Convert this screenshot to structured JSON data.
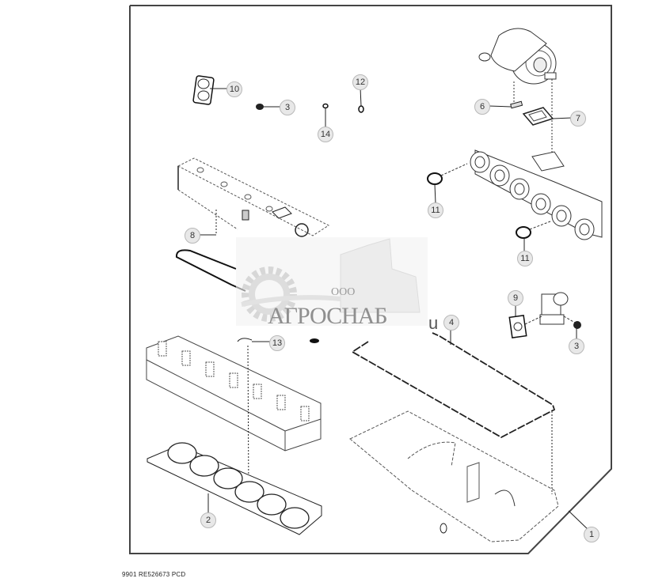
{
  "diagram": {
    "type": "exploded parts diagram",
    "subject": "Engine gasket kit (turbocharger, exhaust manifold, rocker cover, cylinder head, head gasket, oil pan, thermostat housing)",
    "frame_color": "#444444",
    "line_color": "#222222",
    "callout_fill": "#e8e8e8",
    "callouts": [
      {
        "id": "c1",
        "label": "1",
        "part": "oil-pan-gasket-kit"
      },
      {
        "id": "c2",
        "label": "2",
        "part": "cylinder-head-gasket"
      },
      {
        "id": "c3a",
        "label": "3",
        "part": "seal-plug"
      },
      {
        "id": "c3b",
        "label": "3",
        "part": "seal-plug"
      },
      {
        "id": "c4",
        "label": "4",
        "part": "oil-pan-gasket"
      },
      {
        "id": "c6",
        "label": "6",
        "part": "turbo-oil-gasket"
      },
      {
        "id": "c7",
        "label": "7",
        "part": "turbo-mounting-gasket"
      },
      {
        "id": "c8",
        "label": "8",
        "part": "rocker-cover-gasket"
      },
      {
        "id": "c9",
        "label": "9",
        "part": "two-port-gasket"
      },
      {
        "id": "c10",
        "label": "10",
        "part": "thermostat-housing-gasket"
      },
      {
        "id": "c11a",
        "label": "11",
        "part": "exhaust-manifold-gasket"
      },
      {
        "id": "c11b",
        "label": "11",
        "part": "exhaust-manifold-gasket"
      },
      {
        "id": "c12",
        "label": "12",
        "part": "o-ring"
      },
      {
        "id": "c13",
        "label": "13",
        "part": "seal"
      },
      {
        "id": "c14",
        "label": "14",
        "part": "washer-seal"
      }
    ]
  },
  "watermark": {
    "prefix": "ООО",
    "brand": "АГРОСНАБ"
  },
  "stray_glyph": "u",
  "footer": {
    "reference": "9901  RE526673  PCD"
  }
}
